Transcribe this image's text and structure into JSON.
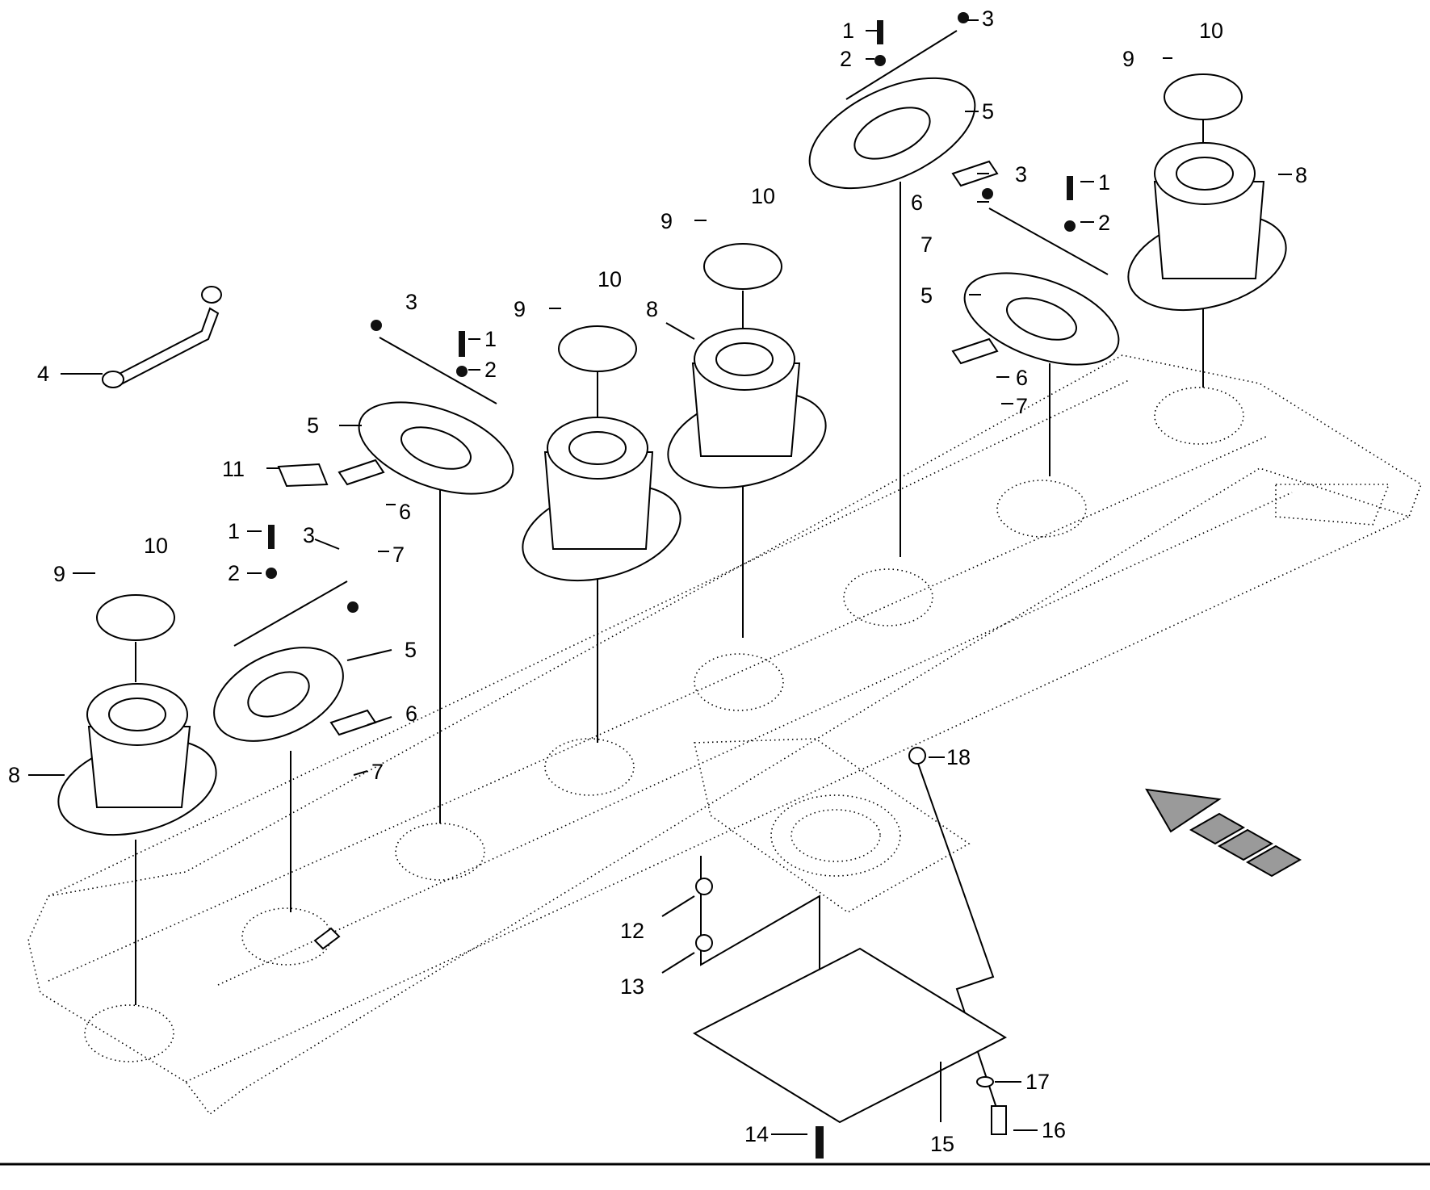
{
  "callouts": [
    {
      "n": "1"
    },
    {
      "n": "2"
    },
    {
      "n": "3"
    },
    {
      "n": "4"
    },
    {
      "n": "5"
    },
    {
      "n": "6"
    },
    {
      "n": "7"
    },
    {
      "n": "8"
    },
    {
      "n": "9"
    },
    {
      "n": "10"
    },
    {
      "n": "11"
    },
    {
      "n": "12"
    },
    {
      "n": "13"
    },
    {
      "n": "14"
    },
    {
      "n": "15"
    },
    {
      "n": "16"
    },
    {
      "n": "17"
    },
    {
      "n": "18"
    }
  ],
  "colors": {
    "ink": "#000000",
    "paper": "#ffffff",
    "arrow_fill": "#9a9a9a"
  },
  "icons": {
    "direction_arrow": "travel-direction-arrow-icon"
  }
}
